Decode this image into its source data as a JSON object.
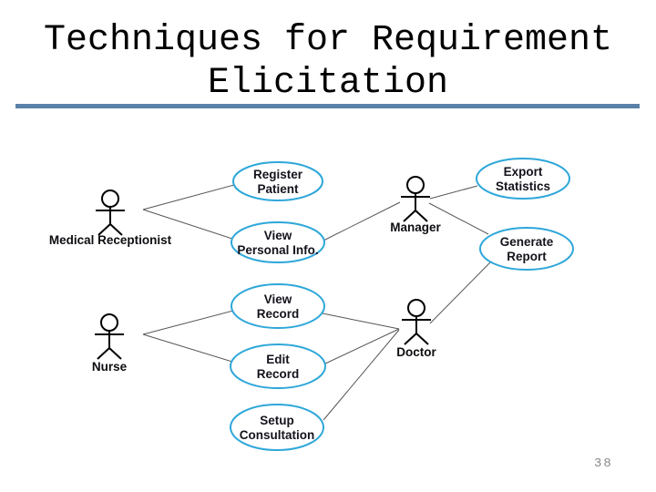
{
  "slide": {
    "title_line1": "Techniques for Requirement",
    "title_line2": "Elicitation",
    "page_number": "38"
  },
  "colors": {
    "title_rule": "#5b81a8",
    "ellipse_stroke": "#2ea7d9",
    "connector": "#555555",
    "page_number": "#8a8a8a"
  },
  "diagram": {
    "actors": [
      {
        "id": "medical-receptionist",
        "label": "Medical Receptionist"
      },
      {
        "id": "manager",
        "label": "Manager"
      },
      {
        "id": "nurse",
        "label": "Nurse"
      },
      {
        "id": "doctor",
        "label": "Doctor"
      }
    ],
    "use_cases": [
      {
        "id": "register-patient",
        "line1": "Register",
        "line2": "Patient"
      },
      {
        "id": "view-personal-info",
        "line1": "View",
        "line2": "Personal Info."
      },
      {
        "id": "export-statistics",
        "line1": "Export",
        "line2": "Statistics"
      },
      {
        "id": "generate-report",
        "line1": "Generate",
        "line2": "Report"
      },
      {
        "id": "view-record",
        "line1": "View",
        "line2": "Record"
      },
      {
        "id": "edit-record",
        "line1": "Edit",
        "line2": "Record"
      },
      {
        "id": "setup-consultation",
        "line1": "Setup",
        "line2": "Consultation"
      }
    ],
    "associations": [
      {
        "from": "medical-receptionist",
        "to": "register-patient"
      },
      {
        "from": "medical-receptionist",
        "to": "view-personal-info"
      },
      {
        "from": "view-personal-info",
        "to": "manager"
      },
      {
        "from": "manager",
        "to": "export-statistics"
      },
      {
        "from": "manager",
        "to": "generate-report"
      },
      {
        "from": "nurse",
        "to": "view-record"
      },
      {
        "from": "nurse",
        "to": "edit-record"
      },
      {
        "from": "view-record",
        "to": "doctor"
      },
      {
        "from": "edit-record",
        "to": "doctor"
      },
      {
        "from": "setup-consultation",
        "to": "doctor"
      },
      {
        "from": "doctor",
        "to": "generate-report"
      }
    ]
  }
}
